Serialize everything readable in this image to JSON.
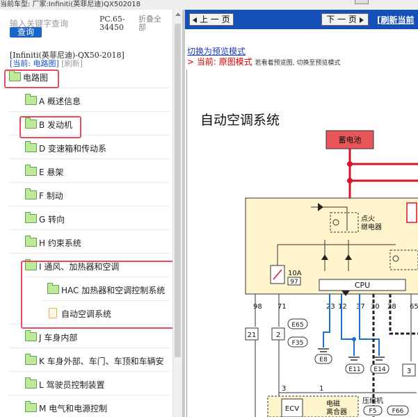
{
  "topbar": {
    "text": "当前车型:  厂家:Infiniti(英菲尼迪)QX502018"
  },
  "sidebar": {
    "search_placeholder": "输入关键字查询",
    "query_button": "查询",
    "pc_code_line1": "PC.65-",
    "pc_code_line2": "34450",
    "collapse_line1": "折叠全",
    "collapse_line2": "部",
    "model": "[Infiniti(英菲尼迪)-QX50-2018]",
    "current_label": "[当前: 电路图]",
    "refresh": "[刷新]",
    "tree": [
      {
        "label": "电路图",
        "icon": "folder-icon"
      },
      {
        "label": "A 概述信息",
        "icon": "folder-icon"
      },
      {
        "label": "B 发动机",
        "icon": "folder-icon"
      },
      {
        "label": "D 变速箱和传动系",
        "icon": "folder-icon"
      },
      {
        "label": "E 悬架",
        "icon": "folder-icon"
      },
      {
        "label": "F 制动",
        "icon": "folder-icon"
      },
      {
        "label": "G 转向",
        "icon": "folder-icon"
      },
      {
        "label": "H 约束系统",
        "icon": "folder-icon"
      },
      {
        "label": "I 通风、加热器和空调",
        "icon": "folder-icon"
      },
      {
        "label": "HAC 加热器和空调控制系统",
        "icon": "folder-icon"
      },
      {
        "label": "自动空调系统",
        "icon": "document-icon"
      },
      {
        "label": "J 车身内部",
        "icon": "folder-icon"
      },
      {
        "label": "K 车身外部、车门、车顶和车辆安",
        "icon": "folder-icon"
      },
      {
        "label": "L 驾驶员控制装置",
        "icon": "folder-icon"
      },
      {
        "label": "M 电气和电源控制",
        "icon": "folder-icon"
      }
    ]
  },
  "viewer": {
    "prev_page": "上 一 页",
    "next_page": "下 一 页",
    "refresh_current": "[刷新当前",
    "switch_preview": "切换为预览模式",
    "mode_arrow": ">",
    "mode_current": "当前:",
    "mode_original": "原图模式",
    "mode_hint": "若看着预览图, 切换至预览模式",
    "diagram": {
      "title": "自动空调系统",
      "battery": "蓄电池",
      "ignition_relay_1": "点火",
      "ignition_relay_2": "继电器",
      "fuse_amp": "10A",
      "fuse_no": "97",
      "cpu": "CPU",
      "pins": [
        "98",
        "71",
        "23",
        "12",
        "37",
        "30",
        "28",
        "65"
      ],
      "connectors": [
        "E65",
        "F35",
        "E8",
        "E11",
        "E14",
        "F5",
        "F66"
      ],
      "boxes": [
        "21",
        "2",
        "3"
      ],
      "pin_bottom_3": "3",
      "pin_bottom_1": "1",
      "ecv": "ECV",
      "magnetic_clutch_1": "电磁",
      "magnetic_clutch_2": "离合器",
      "compressor": "压缩机"
    }
  },
  "colors": {
    "nav_blue": "#1550b8",
    "highlight_red": "#e54d5e",
    "battery_fill": "#e8565a",
    "wire_red": "#d8142a",
    "wire_blue": "#1e6fd0",
    "module_fill": "#fff4cc"
  }
}
